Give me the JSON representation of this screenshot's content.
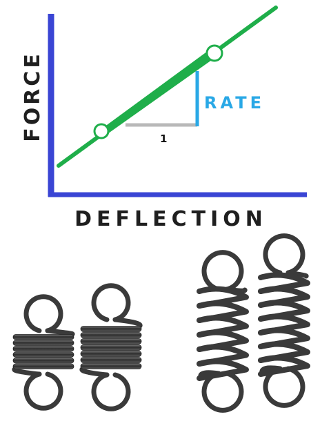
{
  "diagram": {
    "y_axis_label": "FORCE",
    "x_axis_label": "DEFLECTION",
    "rate_label": "RATE",
    "run_label": "1"
  },
  "colors": {
    "axis": "#3a45d4",
    "line": "#1fae4a",
    "rate": "#29a8e6",
    "run": "#b8b8b8",
    "text": "#1f1f1f",
    "spring_dark": "#3a3a3a",
    "spring_light": "#9a9a9a"
  },
  "springs": [
    {
      "name": "short-spring-1",
      "style": "close-wound"
    },
    {
      "name": "short-spring-2",
      "style": "close-wound"
    },
    {
      "name": "long-spring-1",
      "style": "open-wound"
    },
    {
      "name": "long-spring-2",
      "style": "open-wound"
    }
  ]
}
